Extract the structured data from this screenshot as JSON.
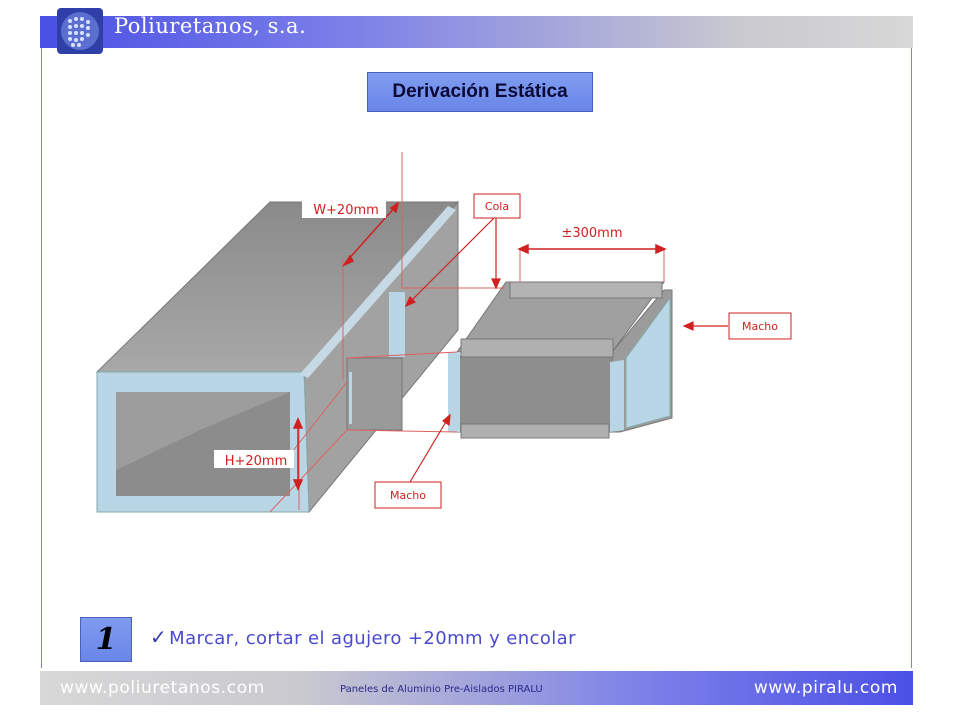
{
  "header": {
    "company": "Poliuretanos, s.a."
  },
  "title": "Derivación Estática",
  "labels": {
    "cola": "Cola",
    "macho_right": "Macho",
    "macho_bottom": "Macho",
    "width_dim": "W+20mm",
    "height_dim": "H+20mm",
    "length_dim": "±300mm"
  },
  "step": {
    "number": "1",
    "check": "✓",
    "text": "Marcar, cortar el agujero +20mm y encolar"
  },
  "footer": {
    "left": "www.poliuretanos.com",
    "middle": "Paneles de Aluminio Pre-Aislados PIRALU",
    "right": "www.piralu.com"
  },
  "colors": {
    "accent": "#6a86e8",
    "annotation": "#d02020",
    "duct_face": "#9a9a9a",
    "panel_edge": "#b8d4e4"
  }
}
